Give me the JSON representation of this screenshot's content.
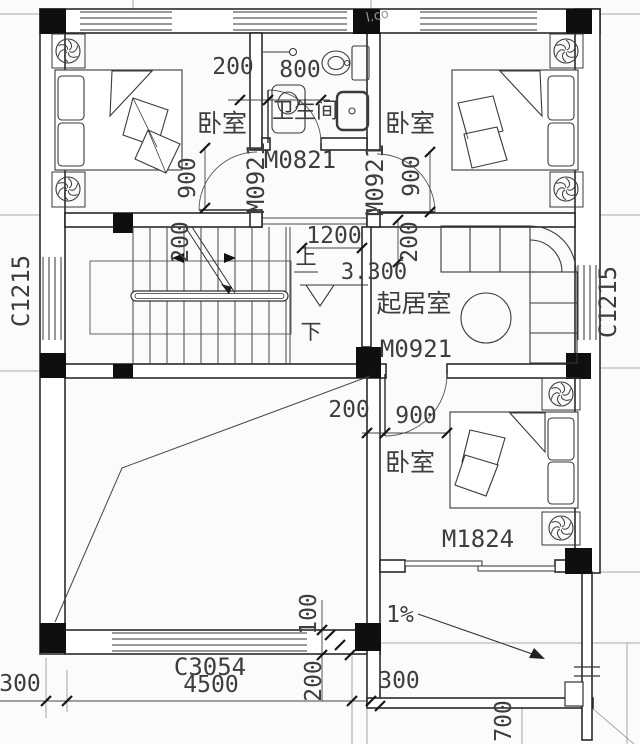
{
  "plan": {
    "room_labels": {
      "bedroom_tl": "卧室",
      "bedroom_tr": "卧室",
      "bedroom_br": "卧室",
      "bathroom": "卫生间",
      "living": "起居室"
    },
    "stair": {
      "up": "上",
      "down": "下"
    },
    "level": "3.300",
    "slope": "1%",
    "doors": {
      "bath": "M0821",
      "bed_tl": "M0921",
      "bed_tr": "M0921",
      "bed_br": "M0921",
      "balcony": "M1824"
    },
    "windows": {
      "left": "C1215",
      "right": "C1215",
      "bottom": "C3054"
    },
    "dims": {
      "bath_offset": "200",
      "bath_door": "800",
      "door_tl": "900",
      "door_tr": "900",
      "stair_width": "200",
      "stair_opening": "1200",
      "living_top": "200",
      "door_br_offset": "200",
      "door_br": "900",
      "void_100": "100",
      "void_200": "200",
      "left_300": "300",
      "bottom_4500": "4500",
      "terrace_300": "300",
      "terrace_700": "700"
    },
    "watermark": "l.co"
  }
}
